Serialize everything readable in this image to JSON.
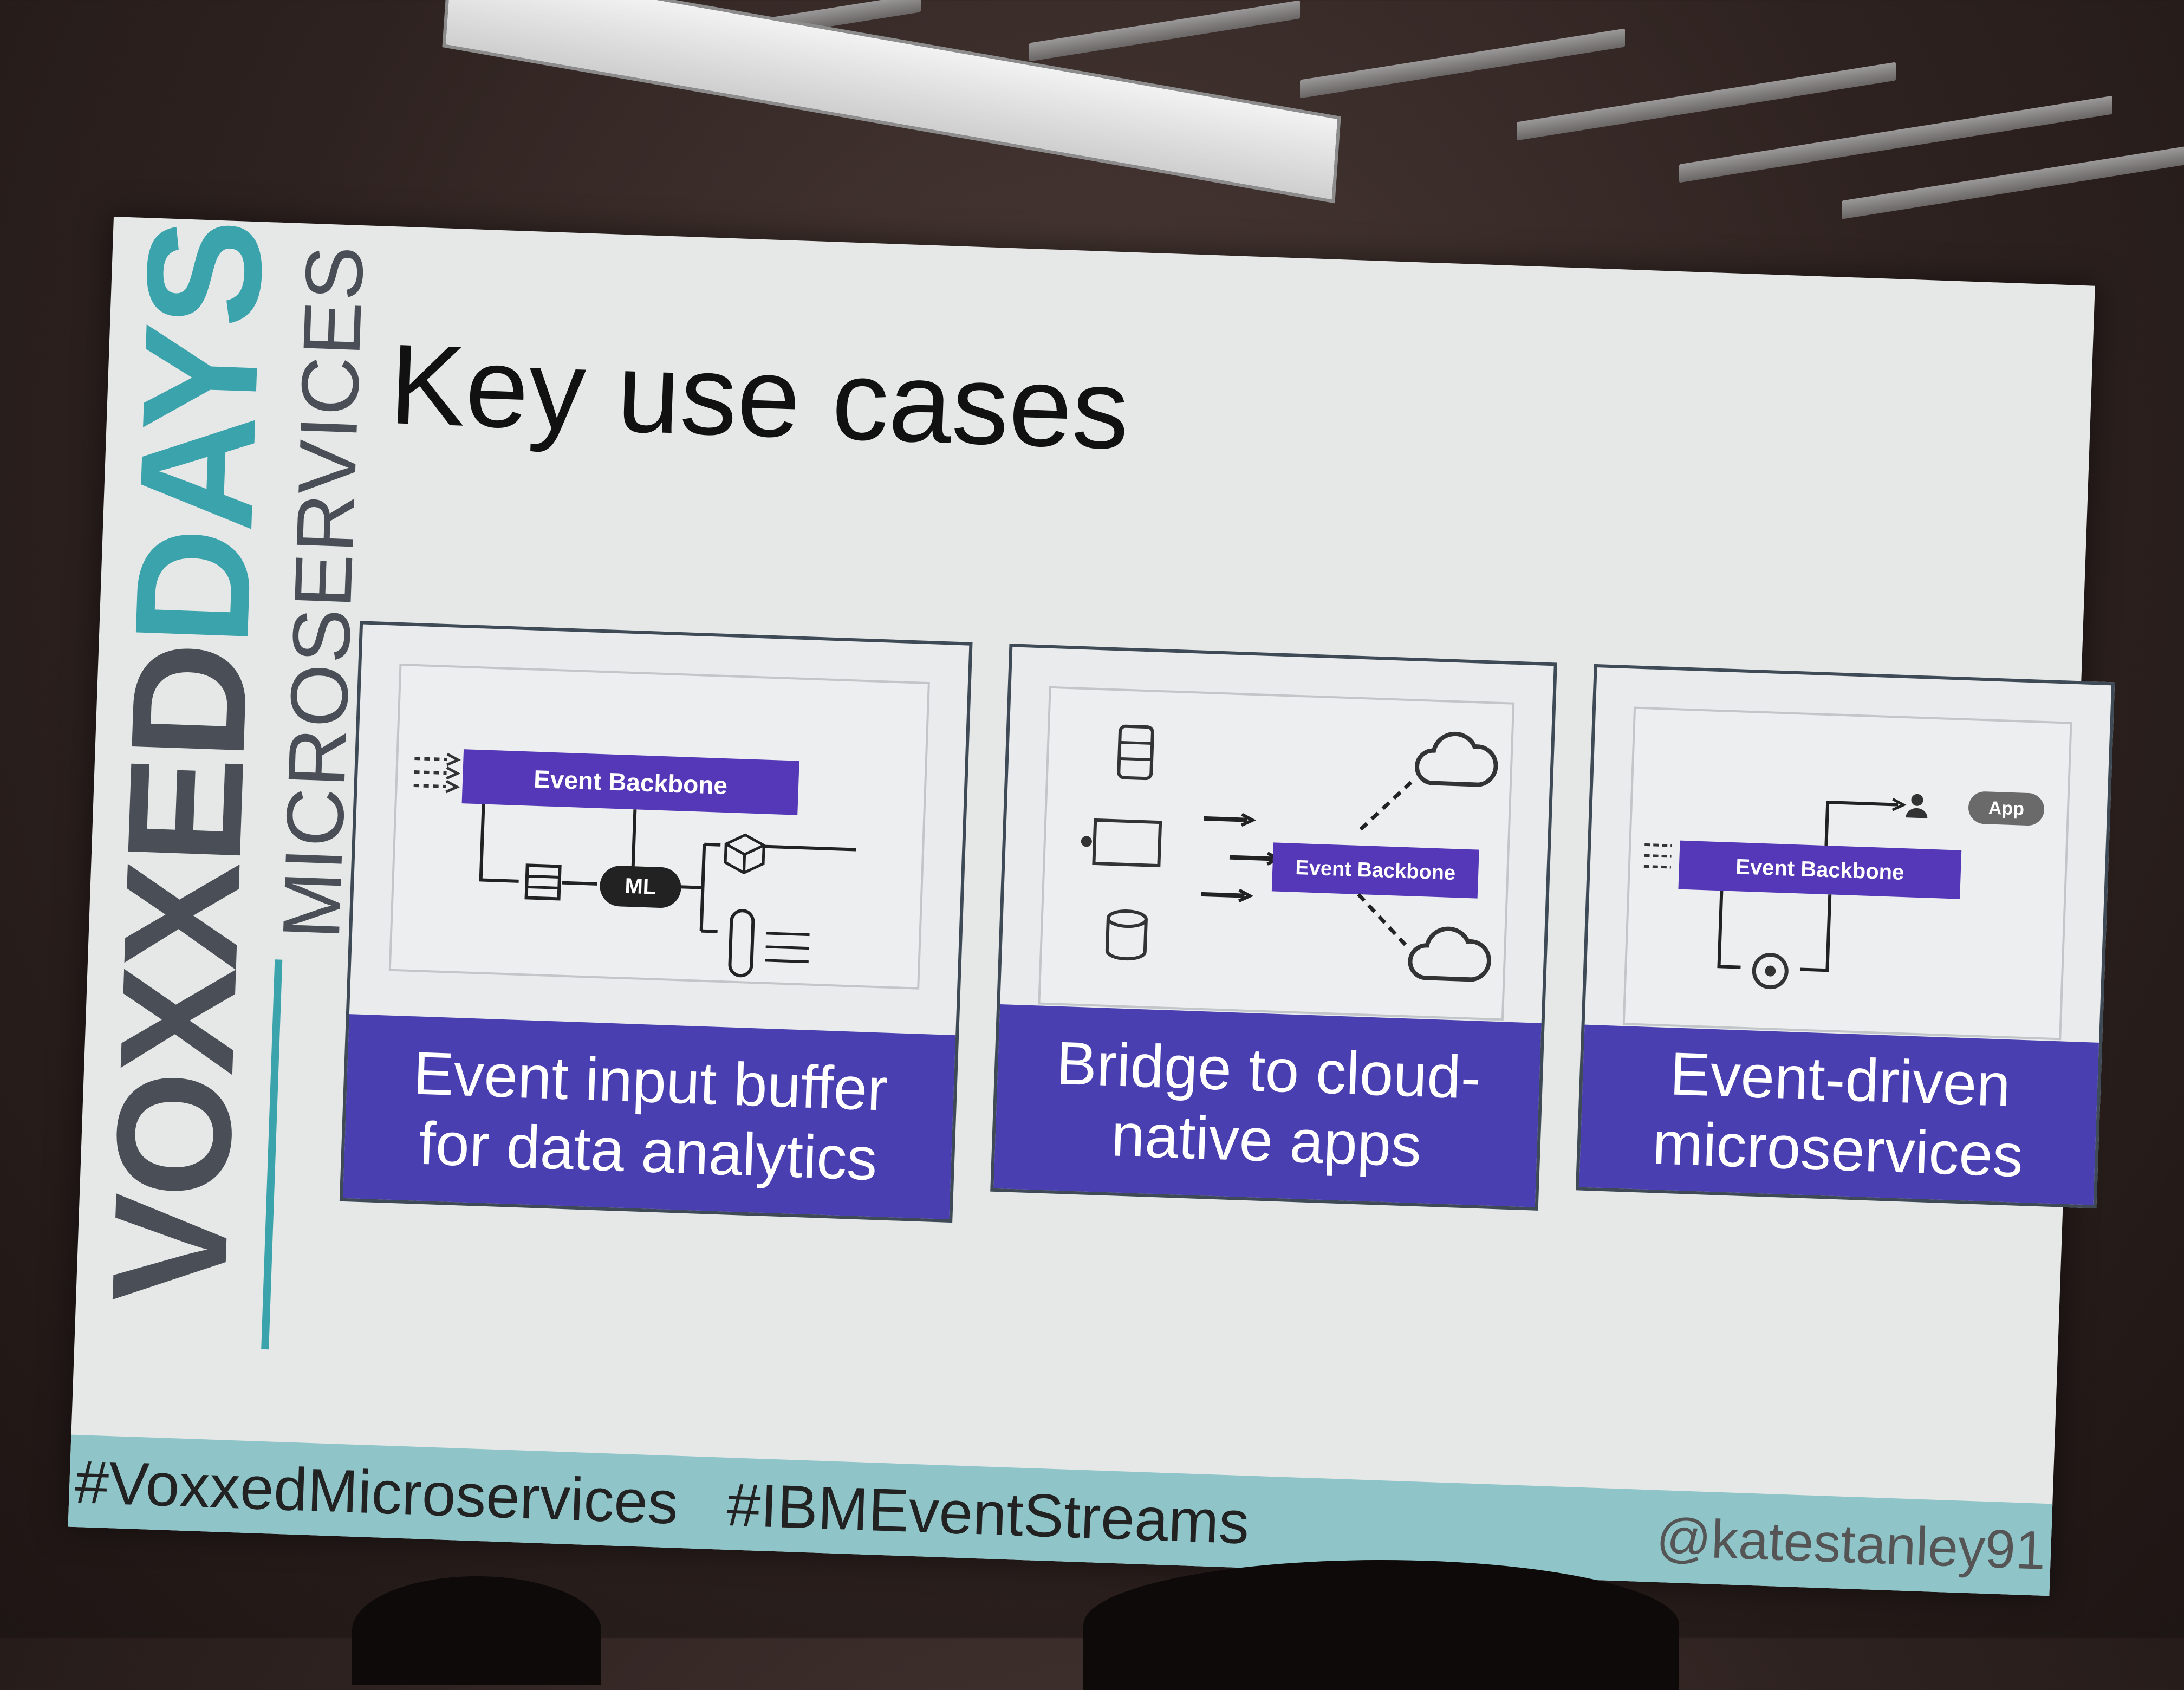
{
  "slide": {
    "logo_brand": "VOXXED",
    "logo_days": "DAYS",
    "logo_sub": "MICROSERVICES",
    "title": "Key use cases"
  },
  "cards": [
    {
      "caption": "Event input buffer\nfor data analytics",
      "backbone_label": "Event Backbone",
      "ml_label": "ML"
    },
    {
      "caption": "Bridge to cloud-\nnative apps",
      "backbone_label": "Event Backbone"
    },
    {
      "caption": "Event-driven\nmicroservices",
      "backbone_label": "Event Backbone",
      "app_label": "App"
    }
  ],
  "footer": {
    "hashtag_1": "#VoxxedMicroservices",
    "hashtag_2": "#IBMEventStreams",
    "handle": "@katestanley91"
  },
  "colors": {
    "caption_bg": "#4a3fb0",
    "backbone": "#5538b8",
    "logo_teal": "#3ba3ac",
    "footer_bar": "#8fc4c8"
  },
  "icons": [
    "arrow-right-icon",
    "database-icon",
    "cloud-icon",
    "server-icon",
    "cube-icon",
    "gear-icon",
    "person-icon"
  ]
}
